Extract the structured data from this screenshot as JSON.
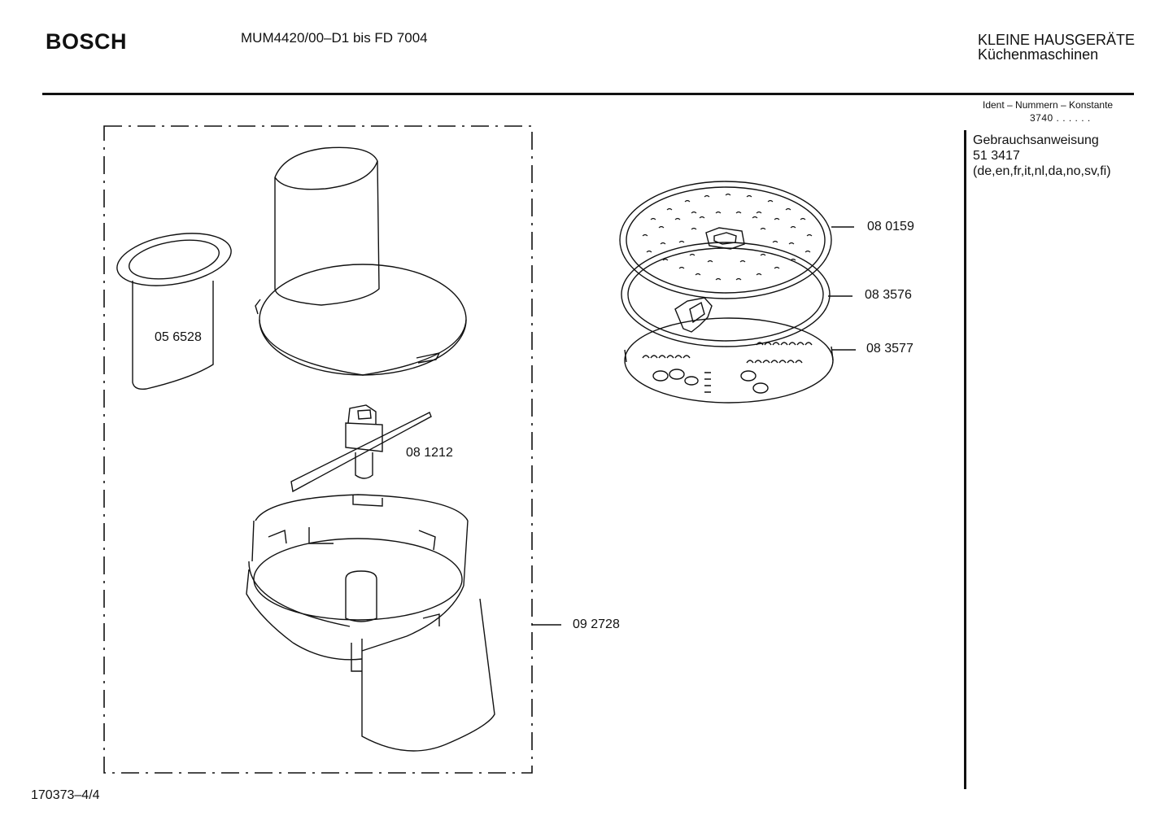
{
  "header": {
    "brand": "BOSCH",
    "model": "MUM4420/00–D1 bis FD 7004",
    "category_line1": "KLEINE HAUSGERÄTE",
    "category_line2": "Küchenmaschinen"
  },
  "ident": {
    "title": "Ident – Nummern – Konstante",
    "value": "3740 . .  . . . ."
  },
  "document": {
    "title": "Gebrauchsanweisung",
    "number": "51 3417",
    "languages": "(de,en,fr,it,nl,da,no,sv,fi)"
  },
  "parts": [
    {
      "id": "pusher",
      "label": "05 6528"
    },
    {
      "id": "blade",
      "label": "08 1212"
    },
    {
      "id": "bowl",
      "label": "09 2728"
    },
    {
      "id": "disc-grater",
      "label": "08 0159"
    },
    {
      "id": "disc-slicer",
      "label": "08 3576"
    },
    {
      "id": "disc-shredder",
      "label": "08 3577"
    }
  ],
  "footer": {
    "code": "170373–4/4"
  },
  "colors": {
    "ink": "#111111",
    "background": "#ffffff"
  }
}
